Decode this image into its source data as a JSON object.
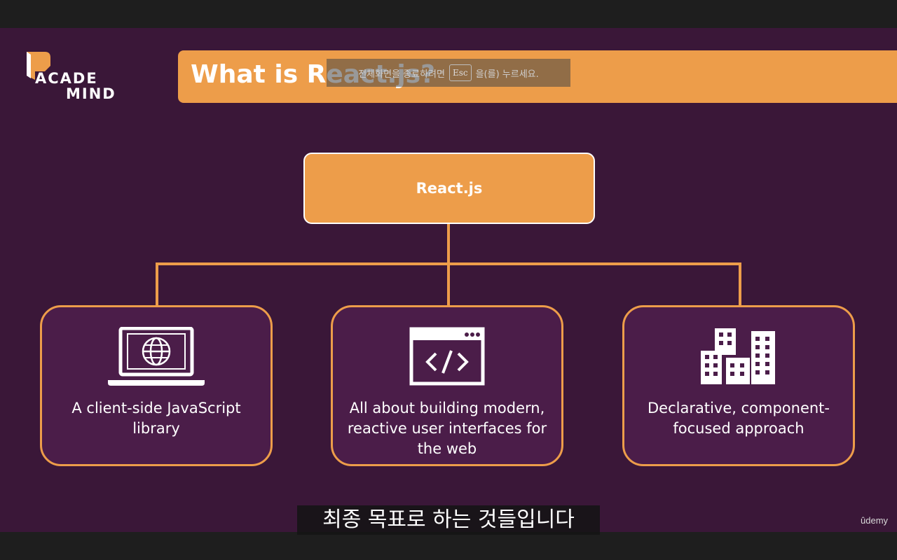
{
  "player": {
    "fullscreen_notice_before": "전체화면을 종료하려면",
    "esc_key": "Esc",
    "fullscreen_notice_after": "을(를) 누르세요.",
    "subtitle": "최종 목표로 하는 것들입니다",
    "watermark": "ûdemy"
  },
  "slide": {
    "logo_line1": "ACADE",
    "logo_line2": "MIND",
    "title": "What is React.js?",
    "root_label": "React.js",
    "cards": [
      {
        "text": "A client-side JavaScript library",
        "icon": "laptop-globe-icon"
      },
      {
        "text": "All about building modern, reactive user interfaces for the web",
        "icon": "code-window-icon"
      },
      {
        "text": "Declarative, component-focused approach",
        "icon": "buildings-icon"
      }
    ]
  },
  "colors": {
    "background": "#3a1738",
    "card_fill": "#4b1d49",
    "accent_orange": "#ed9d4a",
    "text": "#ffffff"
  }
}
